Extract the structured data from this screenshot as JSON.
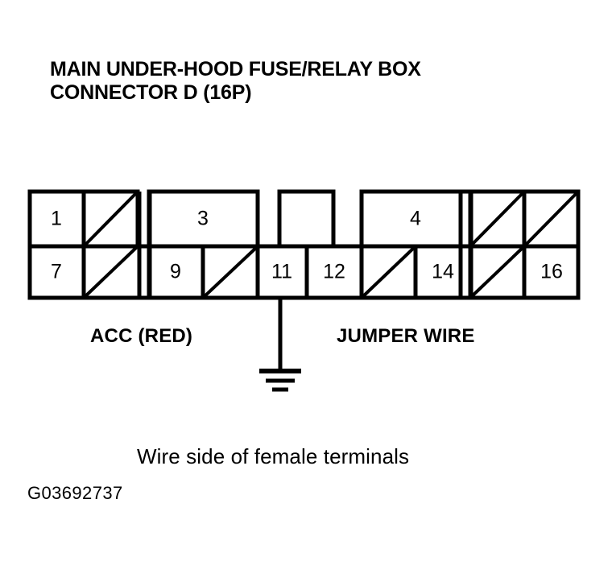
{
  "title": {
    "line1": "MAIN UNDER-HOOD FUSE/RELAY BOX",
    "line2": "CONNECTOR D (16P)"
  },
  "connector": {
    "name": "Main Under-Hood Fuse/Relay Box Connector D",
    "pin_count_label": "16P",
    "top_row": [
      {
        "label": "1",
        "type": "numbered"
      },
      {
        "label": "",
        "type": "blocked"
      },
      {
        "label": "3",
        "type": "numbered-wide"
      },
      {
        "label": "",
        "type": "absent"
      },
      {
        "label": "",
        "type": "empty"
      },
      {
        "label": "",
        "type": "absent"
      },
      {
        "label": "4",
        "type": "numbered-wide"
      },
      {
        "label": "",
        "type": "blocked"
      },
      {
        "label": "",
        "type": "blocked"
      }
    ],
    "bottom_row": [
      {
        "label": "7",
        "type": "numbered"
      },
      {
        "label": "",
        "type": "blocked"
      },
      {
        "label": "9",
        "type": "numbered"
      },
      {
        "label": "",
        "type": "blocked"
      },
      {
        "label": "11",
        "type": "numbered"
      },
      {
        "label": "12",
        "type": "numbered"
      },
      {
        "label": "",
        "type": "blocked"
      },
      {
        "label": "14",
        "type": "numbered"
      },
      {
        "label": "",
        "type": "blocked"
      },
      {
        "label": "16",
        "type": "numbered"
      }
    ]
  },
  "labels": {
    "acc": "ACC (RED)",
    "jumper": "JUMPER WIRE"
  },
  "caption": "Wire side of female terminals",
  "figure_code": "G03692737",
  "colors": {
    "line": "#000000",
    "background": "#ffffff"
  }
}
